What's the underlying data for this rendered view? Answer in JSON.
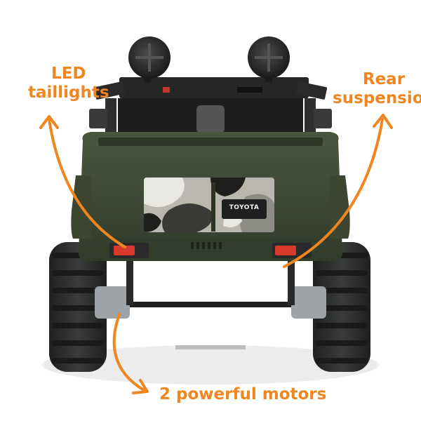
{
  "product": {
    "brand_badge": "TOYOTA",
    "colors": {
      "body": "#3f4a33",
      "body_shadow": "#2b3323",
      "tire": "#2e2f2f",
      "frame": "#2a2a2a",
      "taillight": "#d83a2e",
      "accent": "#f0861f",
      "camo": [
        "#e9e7e1",
        "#8d8d86",
        "#3a3a36",
        "#1e1e1c",
        "#b9b7ae"
      ]
    }
  },
  "callouts": {
    "led": {
      "line1": "LED",
      "line2": "taillights"
    },
    "rear": {
      "line1": "Rear",
      "line2": "suspension"
    },
    "motors": {
      "text": "2 powerful motors"
    }
  },
  "icons": {
    "arrows": [
      "arrow-to-taillights-icon",
      "arrow-to-suspension-icon",
      "arrow-to-motor-icon"
    ]
  }
}
